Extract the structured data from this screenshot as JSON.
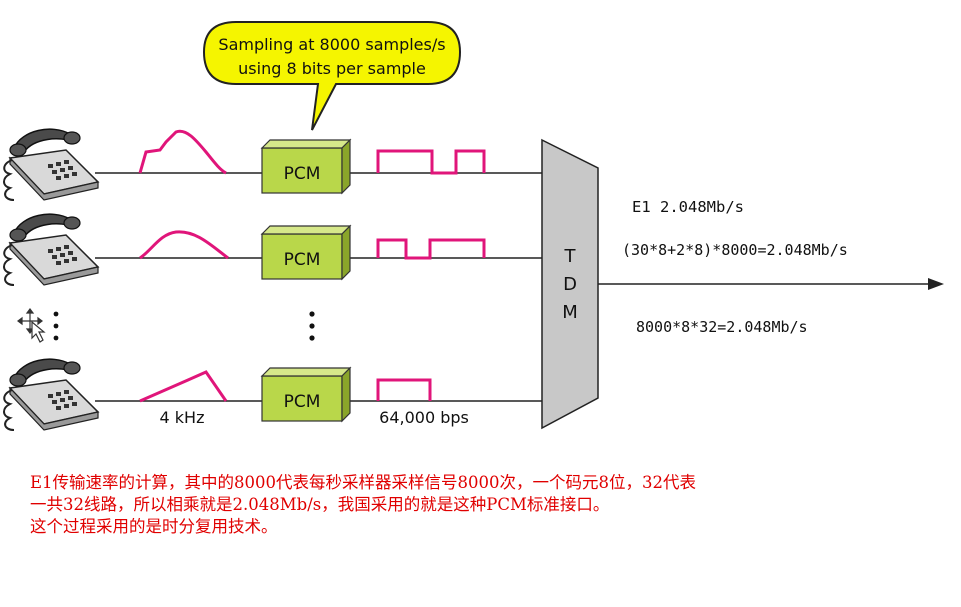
{
  "callout": {
    "line1": "Sampling at 8000 samples/s",
    "line2": "using 8 bits per sample",
    "fill": "#f5f500"
  },
  "pcm_label": "PCM",
  "pcm_color": "#b9d74a",
  "signal_color": "#e0157a",
  "labels": {
    "analog_bandwidth": "4 kHz",
    "digital_rate": "64,000 bps"
  },
  "tdm": {
    "letters": [
      "T",
      "D",
      "M"
    ],
    "fill": "#c8c8c8"
  },
  "output": {
    "e1": "E1  2.048Mb/s",
    "formula1": "(30*8+2*8)*8000=2.048Mb/s",
    "formula2": "8000*8*32=2.048Mb/s"
  },
  "caption": {
    "line1": "E1传输速率的计算，其中的8000代表每秒采样器采样信号8000次，一个码元8位，32代表",
    "line2": "一共32线路，所以相乘就是2.048Mb/s，我国采用的就是这种PCM标准接口。",
    "line3": "这个过程采用的是时分复用技术。",
    "color": "#e00000"
  },
  "icons": [
    "telephone-icon",
    "move-cursor-icon"
  ]
}
